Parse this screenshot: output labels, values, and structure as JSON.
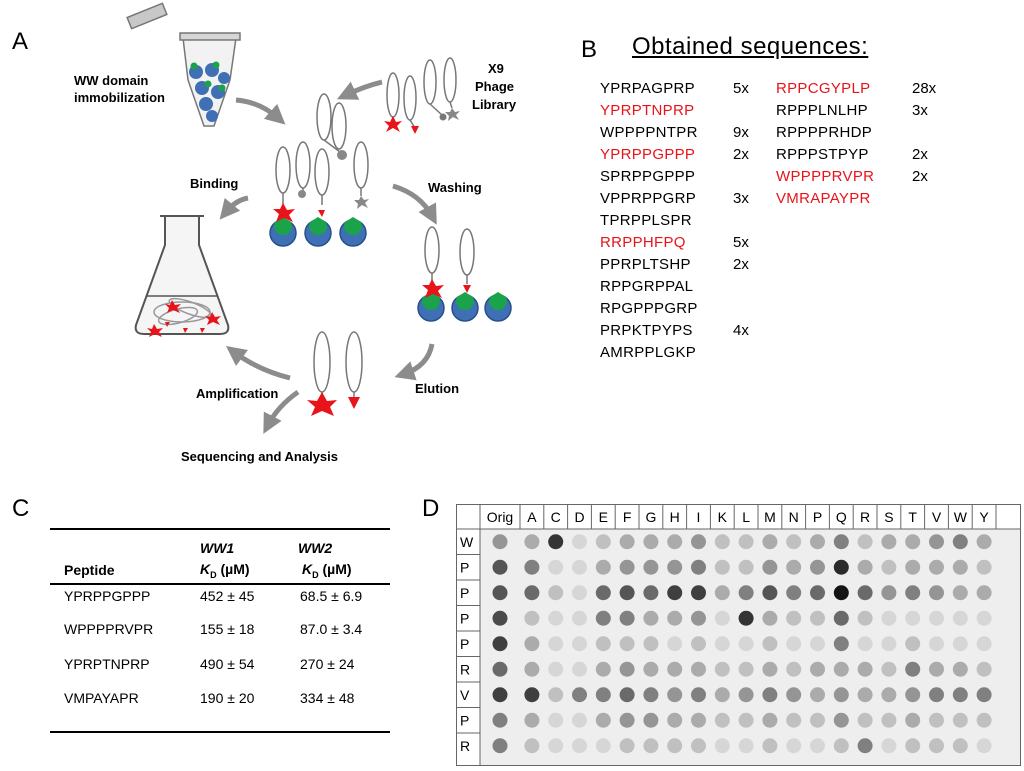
{
  "panels": {
    "a": "A",
    "b": "B",
    "c": "C",
    "d": "D"
  },
  "panel_a": {
    "labels": {
      "ww_line1": "WW domain",
      "ww_line2": "immobilization",
      "lib_line1": "X9",
      "lib_line2": "Phage",
      "lib_line3": "Library",
      "binding": "Binding",
      "washing": "Washing",
      "elution": "Elution",
      "amplification": "Amplification",
      "sequencing": "Sequencing and Analysis"
    },
    "colors": {
      "protein": "#3f6fb5",
      "binder": "#1aa34a",
      "peptide": "#e8141a",
      "phage": "#888888"
    }
  },
  "panel_b": {
    "title": "Obtained sequences:",
    "col1": [
      {
        "seq": "YPRPAGPRP",
        "count": "5x",
        "highlight": false
      },
      {
        "seq": "YPRPTNPRP",
        "count": "",
        "highlight": true
      },
      {
        "seq": "WPPPPNTPR",
        "count": "9x",
        "highlight": false
      },
      {
        "seq": "YPRPPGPPP",
        "count": "2x",
        "highlight": true
      },
      {
        "seq": "SPRPPGPPP",
        "count": "",
        "highlight": false
      },
      {
        "seq": "VPPRPPGRP",
        "count": "3x",
        "highlight": false
      },
      {
        "seq": "TPRPPLSPR",
        "count": "",
        "highlight": false
      },
      {
        "seq": "RRPPHFPQ",
        "count": "5x",
        "highlight": true
      },
      {
        "seq": "PPRPLTSHP",
        "count": "2x",
        "highlight": false
      },
      {
        "seq": "RPPGRPPAL",
        "count": "",
        "highlight": false
      },
      {
        "seq": "RPGPPPGRP",
        "count": "",
        "highlight": false
      },
      {
        "seq": "PRPKTPYPS",
        "count": "4x",
        "highlight": false
      },
      {
        "seq": "AMRPPLGKP",
        "count": "",
        "highlight": false
      }
    ],
    "col2": [
      {
        "seq": "RPPCGYPLP",
        "count": "28x",
        "highlight": true
      },
      {
        "seq": "RPPPLNLHP",
        "count": "3x",
        "highlight": false
      },
      {
        "seq": "RPPPPRHDP",
        "count": "",
        "highlight": false
      },
      {
        "seq": "RPPPSTPYP",
        "count": "2x",
        "highlight": false
      },
      {
        "seq": "WPPPPRVPR",
        "count": "2x",
        "highlight": true
      },
      {
        "seq": "VMRAPAYPR",
        "count": "",
        "highlight": true
      }
    ],
    "highlight_color": "#e8141a"
  },
  "panel_c": {
    "headers": {
      "peptide": "Peptide",
      "ww1": "WW1",
      "ww2": "WW2",
      "kd": "K",
      "kd_sub": "D",
      "unit": " (µM)"
    },
    "rows": [
      {
        "peptide": "YPRPPGPPP",
        "ww1": "452 ± 45",
        "ww2": "68.5 ± 6.9"
      },
      {
        "peptide": "WPPPPRVPR",
        "ww1": "155 ± 18",
        "ww2": "87.0 ± 3.4"
      },
      {
        "peptide": "YPRPTNPRP",
        "ww1": "490 ± 54",
        "ww2": "270 ± 24"
      },
      {
        "peptide": "VMPAYAPR",
        "ww1": "190 ± 20",
        "ww2": "334 ± 48"
      }
    ]
  },
  "panel_d": {
    "columns": [
      "Orig",
      "A",
      "C",
      "D",
      "E",
      "F",
      "G",
      "H",
      "I",
      "K",
      "L",
      "M",
      "N",
      "P",
      "Q",
      "R",
      "S",
      "T",
      "V",
      "W",
      "Y"
    ],
    "rows": [
      "W",
      "P",
      "P",
      "P",
      "P",
      "R",
      "V",
      "P",
      "R"
    ],
    "intensity": [
      [
        0.4,
        0.3,
        0.85,
        0.1,
        0.2,
        0.3,
        0.3,
        0.3,
        0.4,
        0.2,
        0.2,
        0.3,
        0.2,
        0.3,
        0.5,
        0.2,
        0.3,
        0.3,
        0.4,
        0.5,
        0.3
      ],
      [
        0.7,
        0.5,
        0.1,
        0.1,
        0.3,
        0.4,
        0.4,
        0.4,
        0.5,
        0.2,
        0.2,
        0.4,
        0.3,
        0.4,
        0.9,
        0.3,
        0.2,
        0.3,
        0.3,
        0.3,
        0.2
      ],
      [
        0.7,
        0.6,
        0.2,
        0.1,
        0.6,
        0.7,
        0.6,
        0.8,
        0.8,
        0.3,
        0.5,
        0.7,
        0.5,
        0.6,
        1.0,
        0.6,
        0.4,
        0.5,
        0.4,
        0.3,
        0.3
      ],
      [
        0.75,
        0.2,
        0.1,
        0.1,
        0.5,
        0.5,
        0.3,
        0.3,
        0.4,
        0.1,
        0.85,
        0.3,
        0.2,
        0.2,
        0.6,
        0.2,
        0.1,
        0.1,
        0.1,
        0.1,
        0.1
      ],
      [
        0.8,
        0.3,
        0.1,
        0.1,
        0.2,
        0.2,
        0.2,
        0.1,
        0.2,
        0.1,
        0.1,
        0.2,
        0.1,
        0.1,
        0.5,
        0.1,
        0.1,
        0.2,
        0.1,
        0.1,
        0.1
      ],
      [
        0.6,
        0.3,
        0.1,
        0.1,
        0.3,
        0.4,
        0.3,
        0.3,
        0.3,
        0.2,
        0.2,
        0.3,
        0.2,
        0.3,
        0.3,
        0.3,
        0.2,
        0.5,
        0.3,
        0.3,
        0.2
      ],
      [
        0.8,
        0.8,
        0.2,
        0.5,
        0.5,
        0.6,
        0.5,
        0.4,
        0.5,
        0.3,
        0.4,
        0.5,
        0.4,
        0.3,
        0.4,
        0.3,
        0.3,
        0.4,
        0.5,
        0.5,
        0.5
      ],
      [
        0.5,
        0.3,
        0.1,
        0.1,
        0.3,
        0.4,
        0.4,
        0.3,
        0.3,
        0.2,
        0.2,
        0.3,
        0.2,
        0.2,
        0.4,
        0.2,
        0.2,
        0.3,
        0.2,
        0.2,
        0.2
      ],
      [
        0.5,
        0.2,
        0.1,
        0.1,
        0.1,
        0.2,
        0.2,
        0.2,
        0.2,
        0.1,
        0.1,
        0.2,
        0.1,
        0.1,
        0.2,
        0.5,
        0.1,
        0.2,
        0.2,
        0.2,
        0.1
      ]
    ]
  }
}
